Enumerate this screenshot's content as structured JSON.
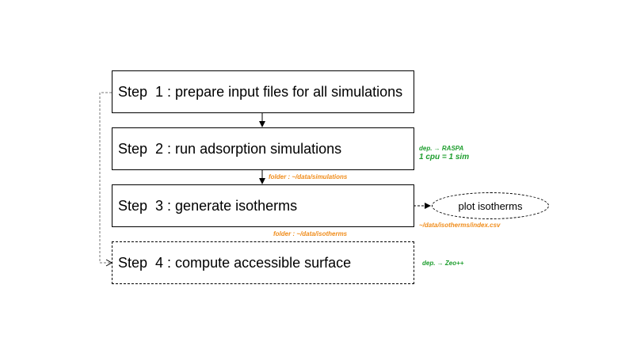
{
  "colors": {
    "dep_note": "#1e9e2e",
    "folder_note": "#f08c1a",
    "border": "#000000"
  },
  "steps": [
    {
      "prefix": "Step  1 : ",
      "text": "prepare input files for all simulations"
    },
    {
      "prefix": "Step  2 : ",
      "text": "run adsorption simulations"
    },
    {
      "prefix": "Step  3 : ",
      "text": "generate isotherms"
    },
    {
      "prefix": "Step  4 : ",
      "text": "compute accessible surface"
    }
  ],
  "notes": {
    "step2_dep": "dep. →  RASPA",
    "step2_cpu": "1 cpu = 1 sim",
    "folder_simulations": "folder : ~/data/simulations",
    "folder_isotherms": "folder : ~/data/isotherms",
    "index_file": "~/data/isotherms/index.csv",
    "step4_dep": "dep.  →  Zeo++"
  },
  "plot_node": {
    "label": "plot isotherms"
  }
}
